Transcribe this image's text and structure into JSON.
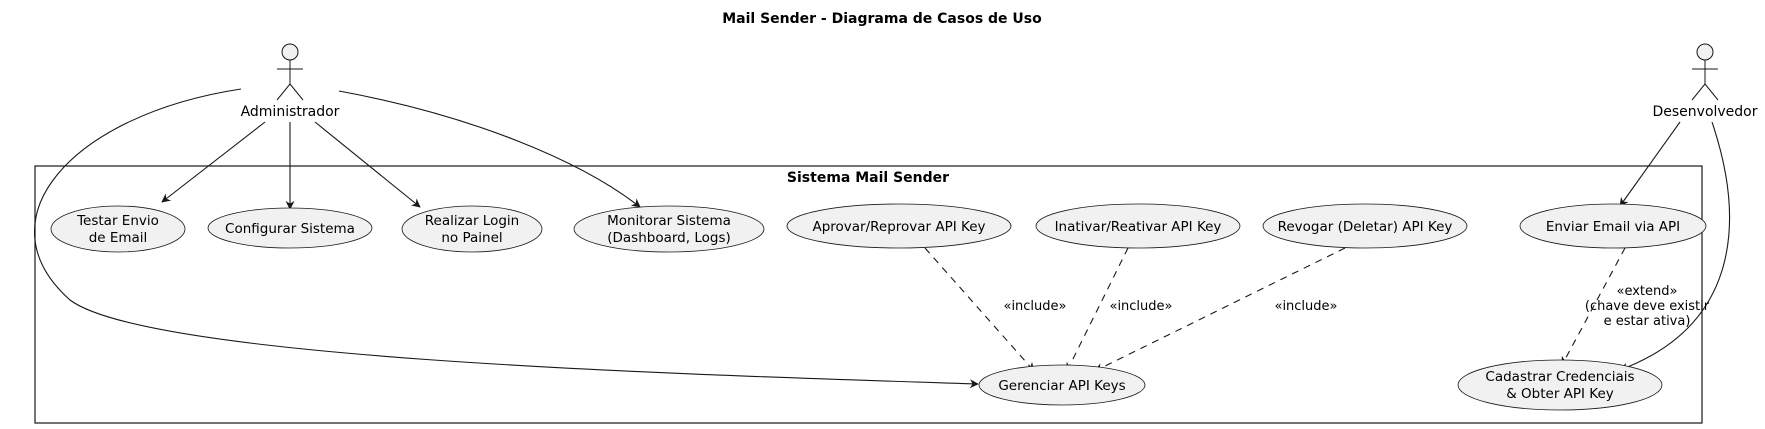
{
  "title": "Mail Sender - Diagrama de Casos de Uso",
  "system": {
    "name": "Sistema Mail Sender"
  },
  "actors": {
    "admin": {
      "name": "Administrador"
    },
    "dev": {
      "name": "Desenvolvedor"
    }
  },
  "use_cases": {
    "testar_envio": {
      "line1": "Testar Envio",
      "line2": "de Email"
    },
    "configurar": {
      "line1": "Configurar Sistema"
    },
    "login": {
      "line1": "Realizar Login",
      "line2": "no Painel"
    },
    "monitorar": {
      "line1": "Monitorar Sistema",
      "line2": "(Dashboard, Logs)"
    },
    "aprovar": {
      "line1": "Aprovar/Reprovar API Key"
    },
    "inativar": {
      "line1": "Inativar/Reativar API Key"
    },
    "revogar": {
      "line1": "Revogar (Deletar) API Key"
    },
    "enviar": {
      "line1": "Enviar Email via API"
    },
    "gerenciar": {
      "line1": "Gerenciar API Keys"
    },
    "cadastrar": {
      "line1": "Cadastrar Credenciais",
      "line2": "& Obter API Key"
    }
  },
  "relations": {
    "include1": "«include»",
    "include2": "«include»",
    "include3": "«include»",
    "extend": {
      "line1": "«extend»",
      "line2": "(chave deve existir",
      "line3": "e estar ativa)"
    }
  }
}
